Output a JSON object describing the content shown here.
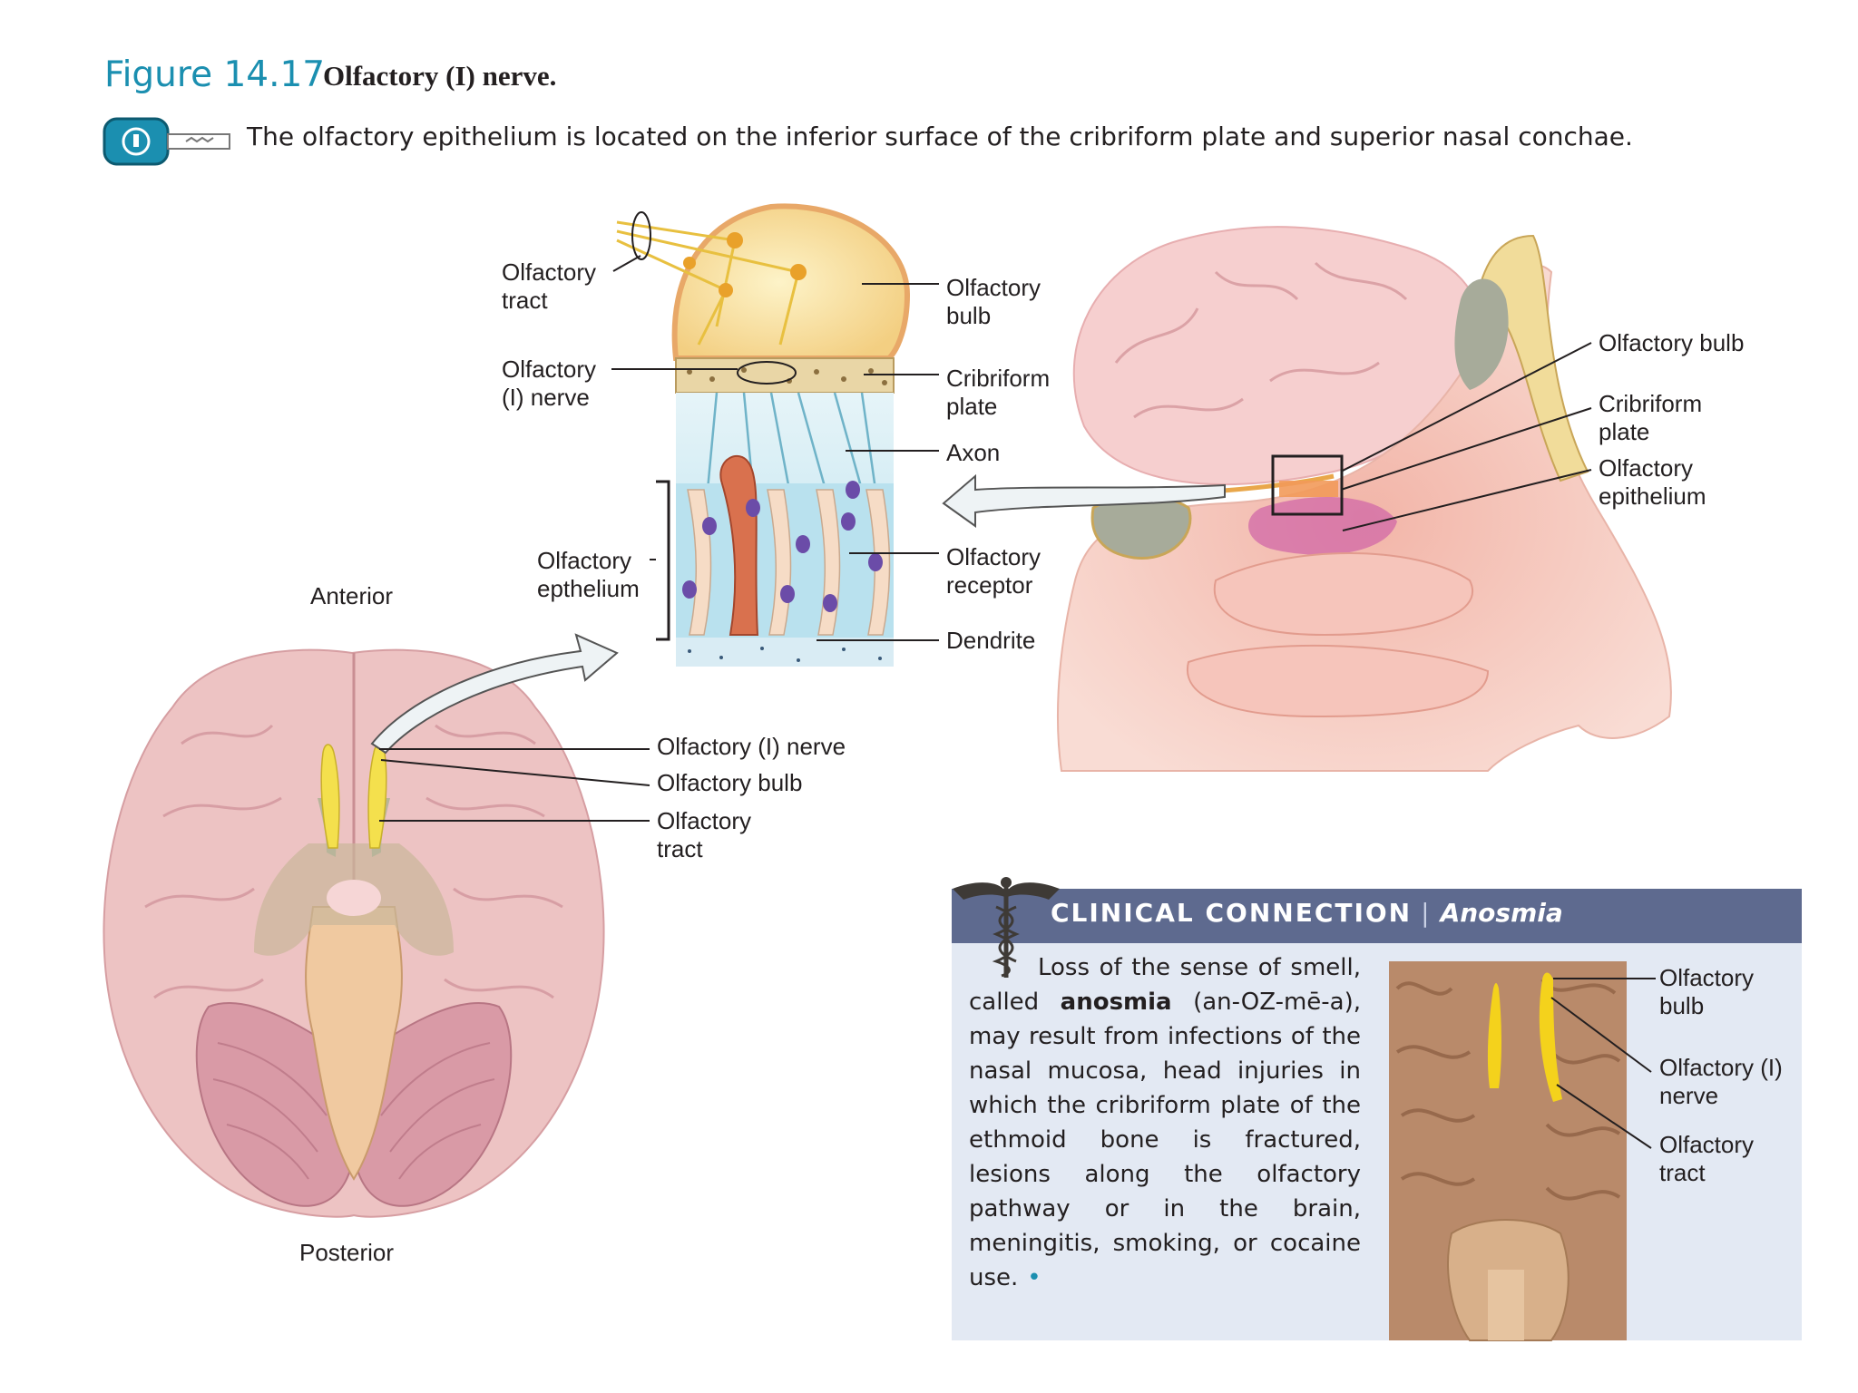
{
  "figure": {
    "number": "Figure 14.17",
    "title": "Olfactory (I) nerve.",
    "key_concept": "The olfactory epithelium is located on the inferior surface of the cribriform plate and superior nasal conchae."
  },
  "detail_labels": {
    "olfactory_tract": [
      "Olfactory",
      "tract"
    ],
    "olfactory_nerve": [
      "Olfactory",
      "(I) nerve"
    ],
    "olfactory_epithelium": [
      "Olfactory",
      "epthelium"
    ],
    "olfactory_bulb": [
      "Olfactory",
      "bulb"
    ],
    "cribriform_plate": [
      "Cribriform",
      "plate"
    ],
    "axon": "Axon",
    "olfactory_receptor": [
      "Olfactory",
      "receptor"
    ],
    "dendrite": "Dendrite"
  },
  "sagittal_labels": {
    "olfactory_bulb": "Olfactory bulb",
    "cribriform_plate": [
      "Cribriform",
      "plate"
    ],
    "olfactory_epithelium": [
      "Olfactory",
      "epithelium"
    ]
  },
  "inferior_view_labels": {
    "anterior": "Anterior",
    "posterior": "Posterior",
    "olfactory_nerve": "Olfactory (I) nerve",
    "olfactory_bulb": "Olfactory bulb",
    "olfactory_tract": [
      "Olfactory",
      "tract"
    ]
  },
  "clinical": {
    "heading": "CLINICAL CONNECTION",
    "separator": "|",
    "topic": "Anosmia",
    "text_before": "Loss of the sense of smell, called ",
    "term": "anosmia",
    "text_after": " (an-OZ-mē-a), may result from infections of the nasal mucosa, head injuries in which the cribriform plate of the ethmoid bone is fractured, lesions along the olfactory pathway or in the brain, meningitis, smoking, or cocaine use.",
    "end_mark": "•",
    "photo_labels": {
      "olfactory_bulb": [
        "Olfactory",
        "bulb"
      ],
      "olfactory_nerve": [
        "Olfactory (I)",
        "nerve"
      ],
      "olfactory_tract": [
        "Olfactory",
        "tract"
      ]
    }
  },
  "colors": {
    "figure_blue": "#1b8fb0",
    "clinical_bar": "#5e6a8f",
    "clinical_bg": "#e3e9f3",
    "brain_pink": "#edc3c3",
    "nerve_yellow": "#f4e04d"
  }
}
